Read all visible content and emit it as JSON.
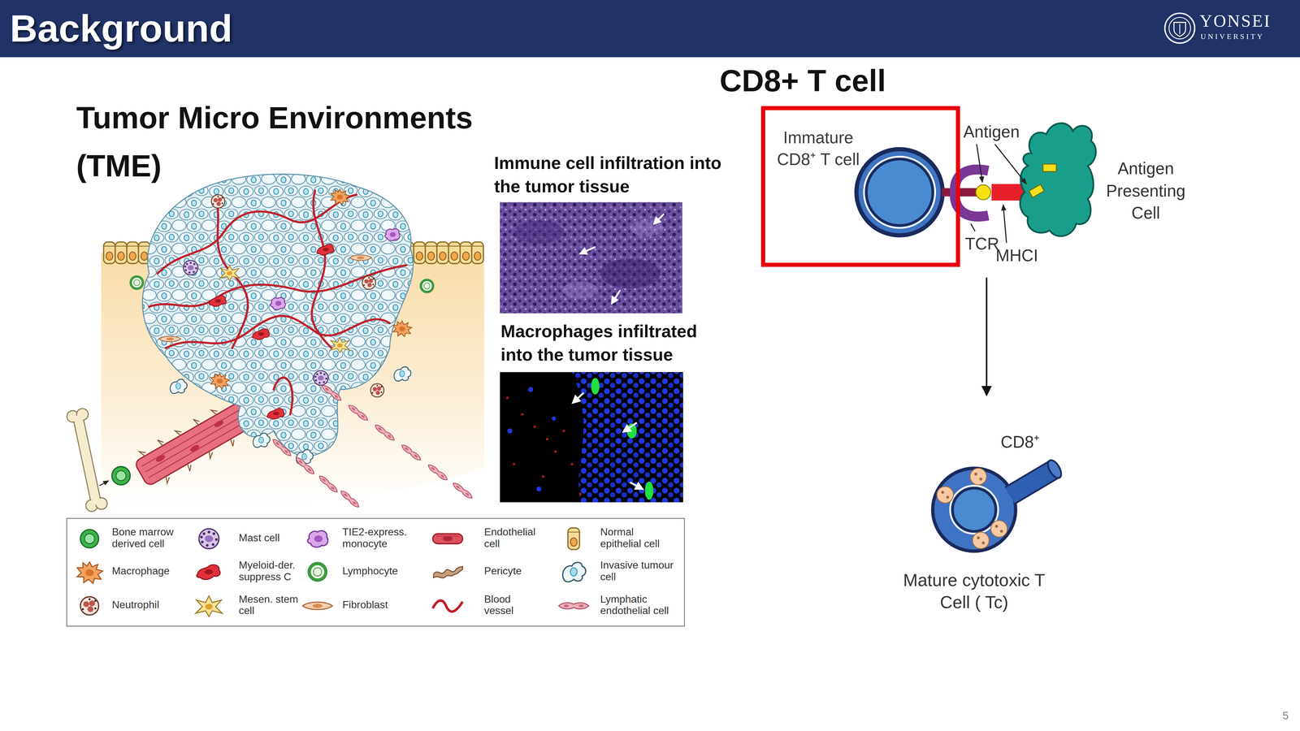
{
  "diagram": {
    "title": "Background",
    "nodes": [
      {
        "text": [
          "Immature CD8⁺ T cell"
        ]
      },
      {
        "text": [
          "Antigen Presenting Cell"
        ]
      },
      {
        "text": [
          "Mature cytotoxic T Cell ( Tc)"
        ]
      }
    ],
    "edges": [
      {
        "from": 0,
        "to": 2,
        "arrow": "to"
      }
    ],
    "labels": [
      "YONSEI",
      "UNIVERSITY",
      "Tumor Micro Environments (TME)",
      "Immune cell infiltration into the tumor tissue",
      "Macrophages infiltrated into the tumor tissue",
      "CD8+ T cell",
      "Antigen",
      "TCR",
      "MHCI",
      "CD8⁺",
      "5"
    ],
    "legend": [
      {
        "text": "Bone marrow derived cell"
      },
      {
        "text": "Mast cell"
      },
      {
        "text": "TIE2-express. monocyte"
      },
      {
        "text": "Endothelial cell"
      },
      {
        "text": "Normal epithelial cell"
      },
      {
        "text": "Macrophage"
      },
      {
        "text": "Myeloid-der. suppress C"
      },
      {
        "text": "Lymphocyte"
      },
      {
        "text": "Pericyte"
      },
      {
        "text": "Invasive tumour cell"
      },
      {
        "text": "Neutrophil"
      },
      {
        "text": "Mesen. stem cell"
      },
      {
        "text": "Fibroblast"
      },
      {
        "text": "Blood vessel"
      },
      {
        "text": "Lymphatic endothelial cell"
      }
    ]
  }
}
